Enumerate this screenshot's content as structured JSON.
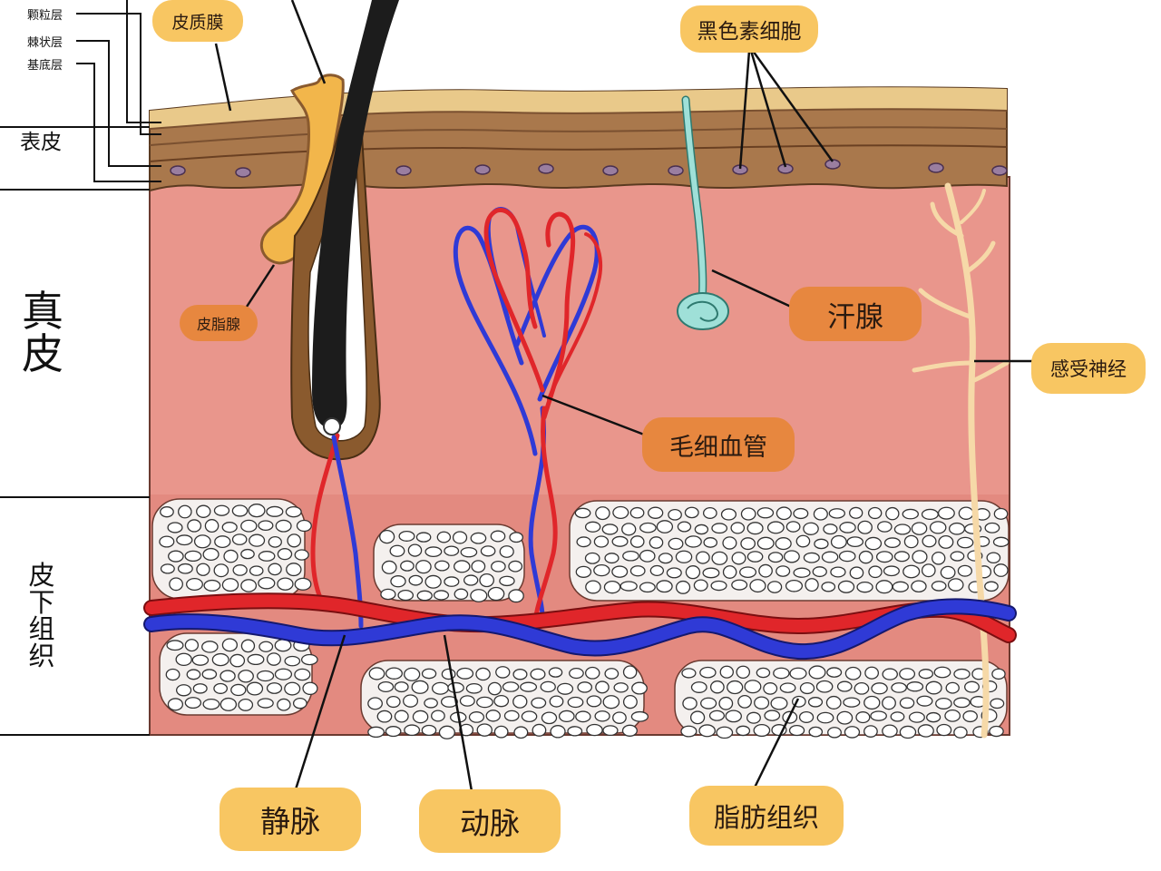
{
  "layers_epidermis": {
    "granular": "颗粒层",
    "spinous": "棘状层",
    "basal": "基底层"
  },
  "regions": {
    "epidermis": "表皮",
    "dermis": "真皮",
    "subcutaneous": "皮下组织"
  },
  "labels": {
    "cuticle": "皮质膜",
    "melanocyte": "黑色素细胞",
    "sebaceous_gland": "皮脂腺",
    "sweat_gland": "汗腺",
    "sensory_nerve": "感受神经",
    "capillary": "毛细血管",
    "vein": "静脉",
    "artery": "动脉",
    "adipose_tissue": "脂肪组织"
  },
  "colors": {
    "dermis": "#e9968c",
    "epidermis": "#a9784c",
    "stratum_corneum": "#e9c98a",
    "sebaceous": "#f2b64b",
    "hair": "#1c1c1c",
    "follicle": "#8a5a2e",
    "artery": "#e0262a",
    "vein": "#2f3ad6",
    "sweat_gland": "#9fe0d8",
    "nerve": "#f6d9a8",
    "fat_cell": "#ffffff",
    "label_yellow": "#f8c662",
    "label_orange": "#e7873f"
  }
}
